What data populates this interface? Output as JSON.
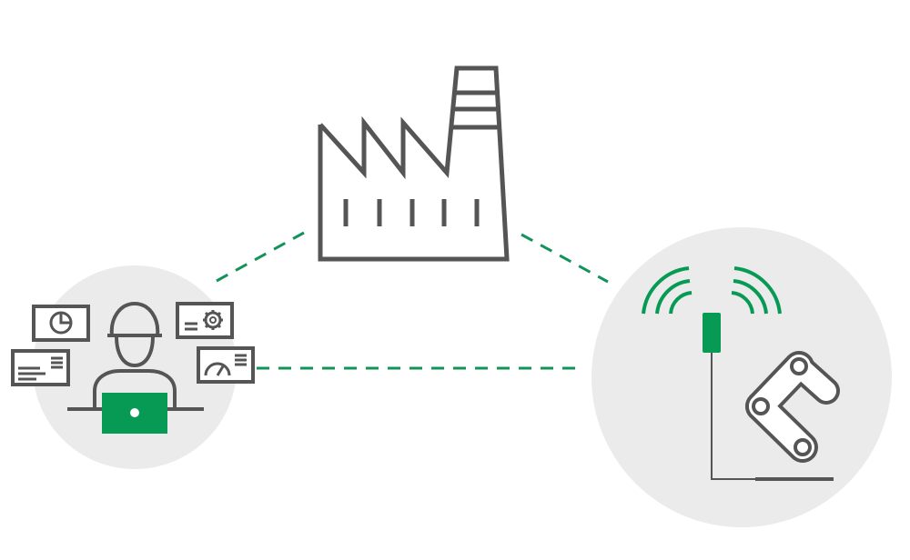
{
  "colors": {
    "background": "#ffffff",
    "circle_fill": "#ebebeb",
    "stroke": "#555555",
    "accent_green": "#069a55",
    "dash_green": "#13935a"
  },
  "nodes": [
    {
      "id": "factory",
      "icon": "factory-icon"
    },
    {
      "id": "operator",
      "icon": "worker-with-laptop-icon"
    },
    {
      "id": "robot",
      "icon": "robot-arm-with-wireless-sensor-icon"
    }
  ],
  "connections": [
    {
      "from": "operator",
      "to": "factory",
      "style": "dashed"
    },
    {
      "from": "factory",
      "to": "robot",
      "style": "dashed"
    },
    {
      "from": "operator",
      "to": "robot",
      "style": "dashed"
    }
  ],
  "dashboard_icons": [
    "pie-chart-card-icon",
    "settings-card-icon",
    "text-card-icon",
    "gauge-card-icon"
  ]
}
